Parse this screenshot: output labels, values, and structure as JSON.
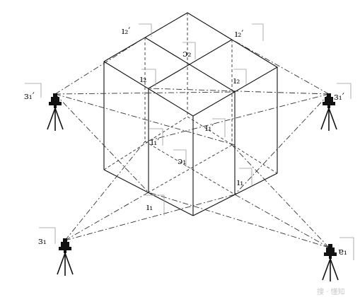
{
  "diagram": {
    "labels": {
      "b1p": "ɜ₁′",
      "b1p_right": "ɜ₁′",
      "b1": "ɜ₁",
      "a1": "ɐ₁",
      "top_left": "ı₂′",
      "top_right": "ı₂′",
      "center_top": "ɔ₂",
      "mid_left": "ı₂",
      "mid_right": "ı₂",
      "inner_left": "ı₁′",
      "inner_right": "ı₁′",
      "center_bottom": "ɔ₁",
      "right_mid": "ı₁",
      "bottom": "ı₁"
    },
    "watermark": "搜 · 懂知"
  },
  "colors": {
    "line": "#111111",
    "dash": "#333333",
    "bracket": "#9a9a9a"
  },
  "icons": [
    "surveying-instrument-icon",
    "tripod-icon"
  ]
}
